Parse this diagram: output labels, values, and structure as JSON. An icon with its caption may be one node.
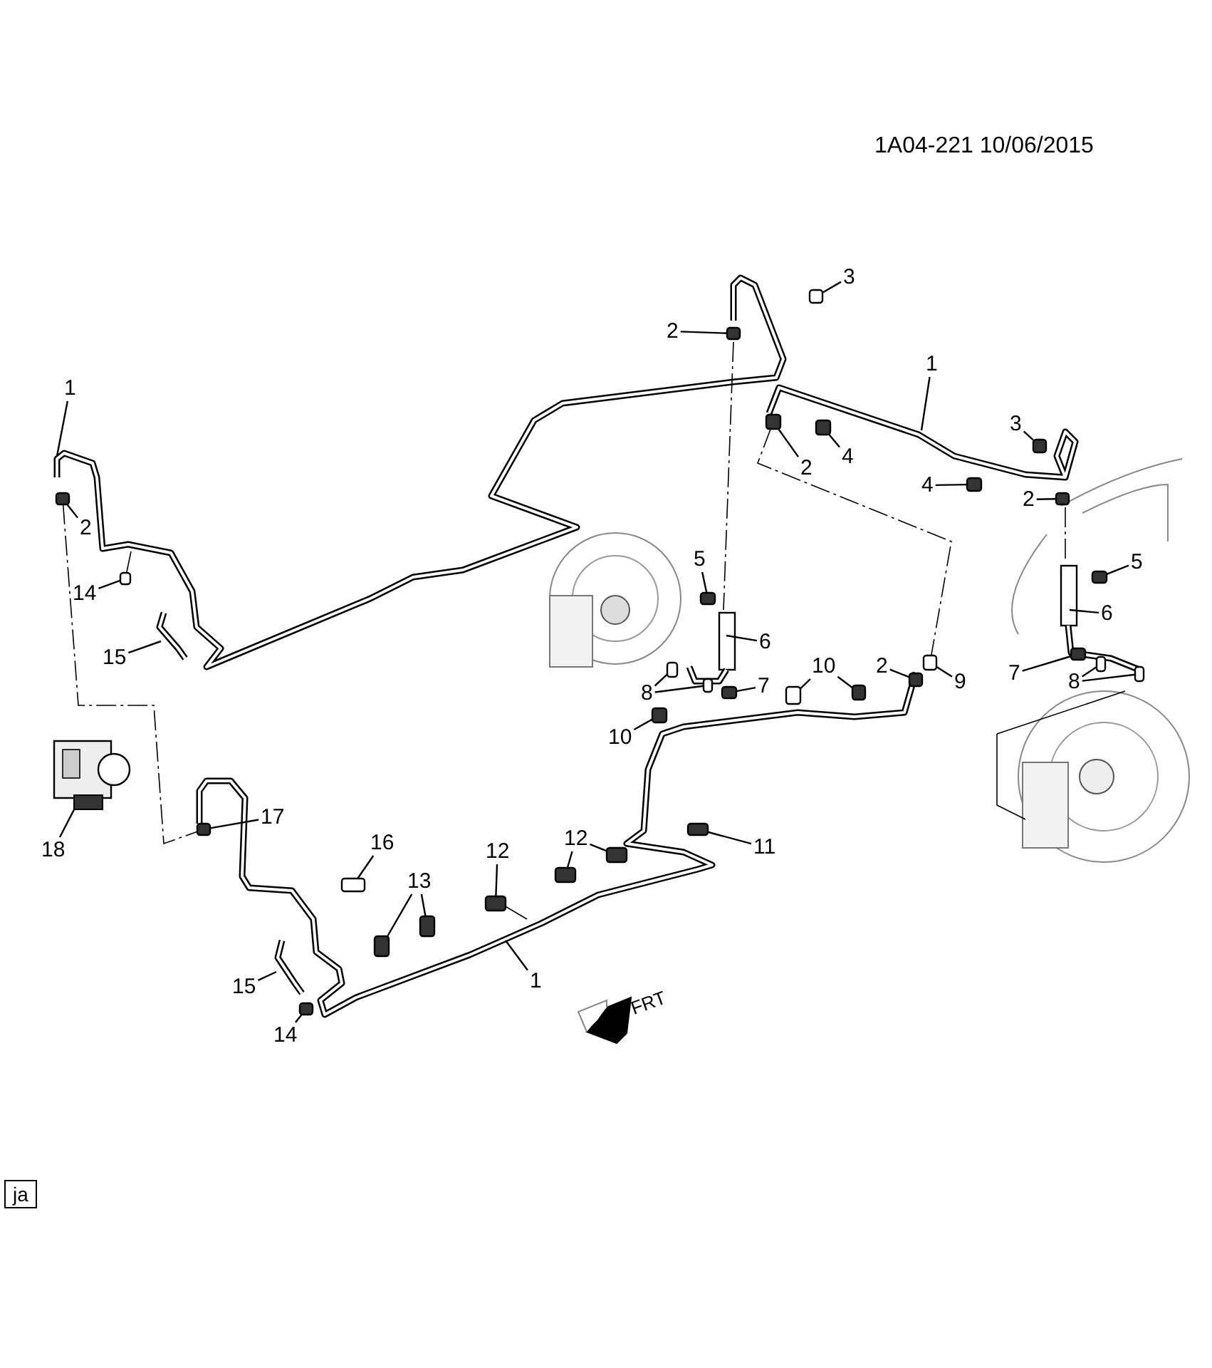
{
  "diagram": {
    "nodes": [
      {
        "text": [
          "3"
        ]
      },
      {
        "text": [
          "2"
        ]
      },
      {
        "text": [
          "1"
        ]
      },
      {
        "text": [
          "1"
        ]
      },
      {
        "text": [
          "3"
        ]
      },
      {
        "text": [
          "2"
        ]
      },
      {
        "text": [
          "4"
        ]
      },
      {
        "text": [
          "4"
        ]
      },
      {
        "text": [
          "2"
        ]
      },
      {
        "text": [
          "2"
        ]
      },
      {
        "text": [
          "5"
        ]
      },
      {
        "text": [
          "5"
        ]
      },
      {
        "text": [
          "14"
        ]
      },
      {
        "text": [
          "6"
        ]
      },
      {
        "text": [
          "6"
        ]
      },
      {
        "text": [
          "15"
        ]
      },
      {
        "text": [
          "7"
        ]
      },
      {
        "text": [
          "8"
        ]
      },
      {
        "text": [
          "10"
        ]
      },
      {
        "text": [
          "2"
        ]
      },
      {
        "text": [
          "9"
        ]
      },
      {
        "text": [
          "7"
        ]
      },
      {
        "text": [
          "8"
        ]
      },
      {
        "text": [
          "10"
        ]
      },
      {
        "text": [
          "17"
        ]
      },
      {
        "text": [
          "11"
        ]
      },
      {
        "text": [
          "18"
        ]
      },
      {
        "text": [
          "16"
        ]
      },
      {
        "text": [
          "12"
        ]
      },
      {
        "text": [
          "12"
        ]
      },
      {
        "text": [
          "13"
        ]
      },
      {
        "text": [
          "1"
        ]
      },
      {
        "text": [
          "15"
        ]
      },
      {
        "text": [
          "14"
        ]
      },
      {
        "text": [],
        "shape": "box"
      },
      {
        "text": [],
        "shape": "box"
      },
      {
        "text": [],
        "shape": "box"
      },
      {
        "text": [],
        "shape": "box"
      },
      {
        "text": [],
        "shape": "box"
      },
      {
        "text": [],
        "shape": "box"
      },
      {
        "text": [],
        "shape": "box"
      },
      {
        "text": [],
        "shape": "box"
      },
      {
        "text": [],
        "shape": "box"
      },
      {
        "text": [],
        "shape": "box"
      },
      {
        "text": [],
        "shape": "box"
      },
      {
        "text": [],
        "shape": "box"
      },
      {
        "text": [],
        "shape": "box"
      },
      {
        "text": [],
        "shape": "box"
      },
      {
        "text": [],
        "shape": "box"
      },
      {
        "text": [],
        "shape": "box"
      },
      {
        "text": [],
        "shape": "box"
      },
      {
        "text": [],
        "shape": "box"
      },
      {
        "text": [],
        "shape": "box"
      },
      {
        "text": [],
        "shape": "box"
      },
      {
        "text": [],
        "shape": "box"
      },
      {
        "text": [],
        "shape": "box"
      },
      {
        "text": [],
        "shape": "box"
      },
      {
        "text": [],
        "shape": "box"
      },
      {
        "text": [],
        "shape": "box"
      },
      {
        "text": [],
        "shape": "box"
      },
      {
        "text": [],
        "shape": "box"
      },
      {
        "text": [],
        "shape": "box"
      },
      {
        "text": [],
        "shape": "box"
      },
      {
        "text": [],
        "shape": "box"
      },
      {
        "text": [],
        "shape": "box"
      },
      {
        "text": [],
        "shape": "picture"
      }
    ],
    "edges": [
      {
        "from": 0,
        "to": 34,
        "arrow": "none"
      },
      {
        "from": 1,
        "to": 35,
        "arrow": "none"
      },
      {
        "from": 2,
        "to": null,
        "arrow": "none"
      },
      {
        "from": 3,
        "to": null,
        "arrow": "none"
      },
      {
        "from": 4,
        "to": 36,
        "arrow": "none"
      },
      {
        "from": 5,
        "to": 37,
        "arrow": "none"
      },
      {
        "from": 6,
        "to": 38,
        "arrow": "none"
      },
      {
        "from": 7,
        "to": 39,
        "arrow": "none"
      },
      {
        "from": 8,
        "to": 40,
        "arrow": "none"
      },
      {
        "from": 9,
        "to": 41,
        "arrow": "none"
      },
      {
        "from": 10,
        "to": 42,
        "arrow": "none"
      },
      {
        "from": 11,
        "to": 43,
        "arrow": "none"
      },
      {
        "from": 12,
        "to": 44,
        "arrow": "none"
      },
      {
        "from": 13,
        "to": null,
        "arrow": "none"
      },
      {
        "from": 14,
        "to": null,
        "arrow": "none"
      },
      {
        "from": 15,
        "to": null,
        "arrow": "none"
      },
      {
        "from": 16,
        "to": 45,
        "arrow": "none"
      },
      {
        "from": 17,
        "to": 46,
        "arrow": "none"
      },
      {
        "from": 17,
        "to": 47,
        "arrow": "none"
      },
      {
        "from": 18,
        "to": 48,
        "arrow": "none"
      },
      {
        "from": 18,
        "to": 49,
        "arrow": "none"
      },
      {
        "from": 19,
        "to": 50,
        "arrow": "none"
      },
      {
        "from": 20,
        "to": 51,
        "arrow": "none"
      },
      {
        "from": 21,
        "to": 52,
        "arrow": "none"
      },
      {
        "from": 22,
        "to": 53,
        "arrow": "none"
      },
      {
        "from": 22,
        "to": 54,
        "arrow": "none"
      },
      {
        "from": 23,
        "to": 55,
        "arrow": "none"
      },
      {
        "from": 24,
        "to": 56,
        "arrow": "none"
      },
      {
        "from": 25,
        "to": 57,
        "arrow": "none"
      },
      {
        "from": 26,
        "to": 65,
        "arrow": "none"
      },
      {
        "from": 27,
        "to": 58,
        "arrow": "none"
      },
      {
        "from": 28,
        "to": 59,
        "arrow": "none"
      },
      {
        "from": 29,
        "to": 60,
        "arrow": "none"
      },
      {
        "from": 29,
        "to": 61,
        "arrow": "none"
      },
      {
        "from": 30,
        "to": 62,
        "arrow": "none"
      },
      {
        "from": 30,
        "to": 63,
        "arrow": "none"
      },
      {
        "from": 31,
        "to": null,
        "arrow": "none"
      },
      {
        "from": 32,
        "to": null,
        "arrow": "none"
      },
      {
        "from": 33,
        "to": 64,
        "arrow": "none"
      },
      {
        "from": 40,
        "to": 56,
        "arrow": "none",
        "style": "dashed"
      },
      {
        "from": 37,
        "to": 51,
        "arrow": "none",
        "style": "dashed"
      }
    ],
    "labels": [
      "1A04-221 10/06/2015",
      "FRT",
      "ja"
    ]
  }
}
